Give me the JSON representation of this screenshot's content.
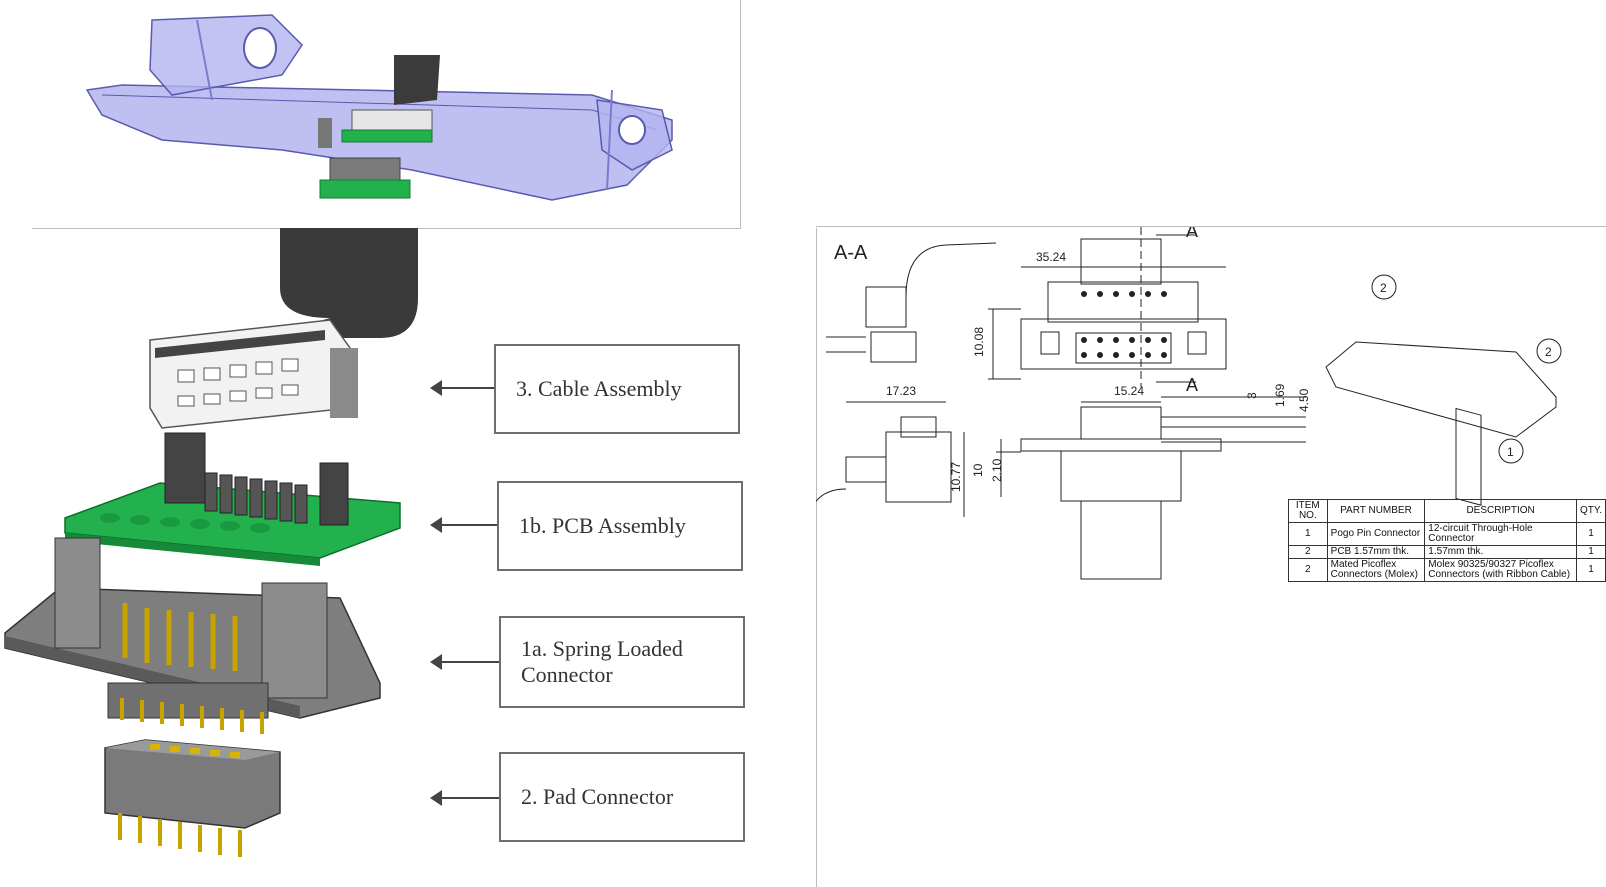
{
  "labels": {
    "cable_assembly": "3. Cable Assembly",
    "pcb_assembly": "1b. PCB Assembly",
    "spring_connector": "1a. Spring Loaded Connector",
    "pad_connector": "2. Pad Connector"
  },
  "drawing": {
    "section_title": "A-A",
    "section_mark": "A",
    "dims": {
      "width_top": "35.24",
      "height_left": "10.08",
      "side_width": "17.23",
      "pin_span": "15.24",
      "d_3": "3",
      "d_169": "1.69",
      "d_450": "4.50",
      "d_10": "10",
      "d_210": "2.10",
      "d_1077": "10.77"
    },
    "balloons": [
      "2",
      "2",
      "1"
    ],
    "bom": {
      "headers": [
        "ITEM NO.",
        "PART NUMBER",
        "DESCRIPTION",
        "QTY."
      ],
      "rows": [
        {
          "item": "1",
          "part": "Pogo Pin Connector",
          "desc": "12-circuit Through-Hole Connector",
          "qty": "1"
        },
        {
          "item": "2",
          "part": "PCB 1.57mm thk.",
          "desc": "1.57mm thk.",
          "qty": "1"
        },
        {
          "item": "2",
          "part": "Mated Picoflex Connectors (Molex)",
          "desc": "Molex 90325/90327 Picoflex Connectors (with Ribbon Cable)",
          "qty": "1"
        }
      ]
    }
  },
  "colors": {
    "housing": "#9a9ae0",
    "pcb": "#22b14c",
    "connector_body": "#7a7a7a",
    "pin": "#d8b400"
  }
}
